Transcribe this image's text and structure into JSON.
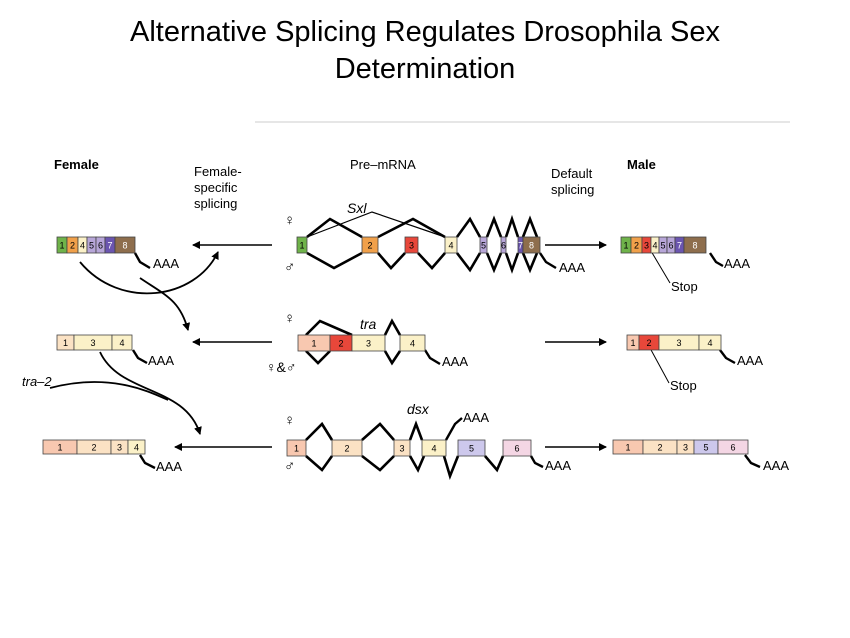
{
  "title_line1": "Alternative Splicing Regulates Drosophila Sex",
  "title_line2": "Determination",
  "headers": {
    "female": "Female",
    "female_specific_1": "Female-",
    "female_specific_2": "specific",
    "female_specific_3": "splicing",
    "pre_mrna": "Pre–mRNA",
    "default_1": "Default",
    "default_2": "splicing",
    "male": "Male"
  },
  "genes": {
    "sxl": "Sxl",
    "tra": "tra",
    "dsx": "dsx",
    "tra2": "tra–2"
  },
  "symbols": {
    "female": "♀",
    "male": "♂",
    "both": "♀&♂"
  },
  "labels": {
    "poly_a": "AAA",
    "stop": "Stop"
  },
  "exon_numbers": {
    "sxl": [
      "1",
      "2",
      "3",
      "4",
      "5",
      "6",
      "7",
      "8"
    ],
    "tra": [
      "1",
      "2",
      "3",
      "4"
    ],
    "dsx": [
      "1",
      "2",
      "3",
      "4",
      "5",
      "6"
    ]
  },
  "colors": {
    "green": "#6fb34a",
    "orange": "#f0a04a",
    "red": "#e8473a",
    "cream": "#fbf1c8",
    "purple_light": "#b7a6d8",
    "purple_dark": "#6b55b0",
    "brown": "#8e6e4d",
    "salmon": "#f8c8b0",
    "lavender": "#cdc8ec",
    "pink": "#f4d6e4",
    "peach": "#fbe2c4"
  }
}
